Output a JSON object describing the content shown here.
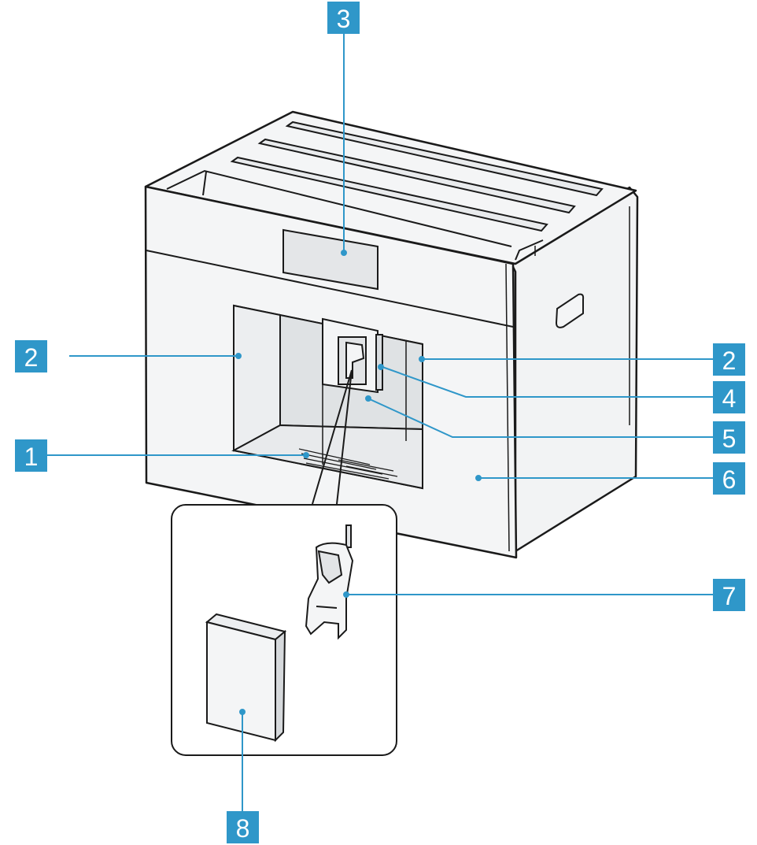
{
  "colors": {
    "accent": "#2f97c9",
    "line": "#1a1a1a",
    "panel": "#f4f5f6",
    "shade": "#e6e8ea",
    "dark_shade": "#cfd3d6",
    "display": "#e4e6e8"
  },
  "callouts": [
    {
      "id": "left-drip-area",
      "label": "2"
    },
    {
      "id": "right-front",
      "label": "2"
    },
    {
      "id": "top-display",
      "label": "3"
    },
    {
      "id": "drip-tray",
      "label": "1"
    },
    {
      "id": "coffee-outlet",
      "label": "4"
    },
    {
      "id": "milk-connector",
      "label": "5"
    },
    {
      "id": "front-panel",
      "label": "6"
    },
    {
      "id": "milk-system",
      "label": "7"
    },
    {
      "id": "cleaning-box",
      "label": "8"
    }
  ]
}
